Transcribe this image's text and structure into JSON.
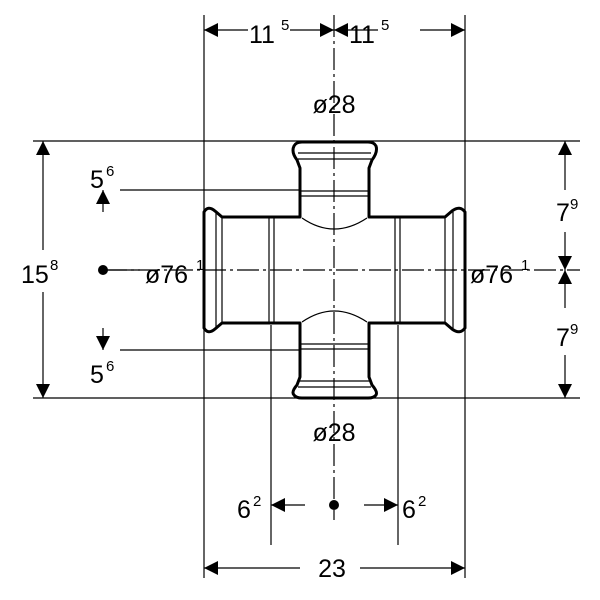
{
  "drawing": {
    "title": "Cross fitting dimension drawing",
    "dimensions": {
      "top_left_width": {
        "main": "11",
        "sup": "5"
      },
      "top_right_width": {
        "main": "11",
        "sup": "5"
      },
      "top_diameter": "ø28",
      "bottom_diameter": "ø28",
      "left_diameter": {
        "main": "ø76",
        "sup": "1"
      },
      "right_diameter": {
        "main": "ø76",
        "sup": "1"
      },
      "total_height": {
        "main": "15",
        "sup": "8"
      },
      "upper_offset": {
        "main": "5",
        "sup": "6"
      },
      "lower_offset": {
        "main": "5",
        "sup": "6"
      },
      "right_upper_height": {
        "main": "7",
        "sup": "9"
      },
      "right_lower_height": {
        "main": "7",
        "sup": "9"
      },
      "left_insertion": {
        "main": "6",
        "sup": "2"
      },
      "right_insertion": {
        "main": "6",
        "sup": "2"
      },
      "total_width": "23"
    }
  }
}
